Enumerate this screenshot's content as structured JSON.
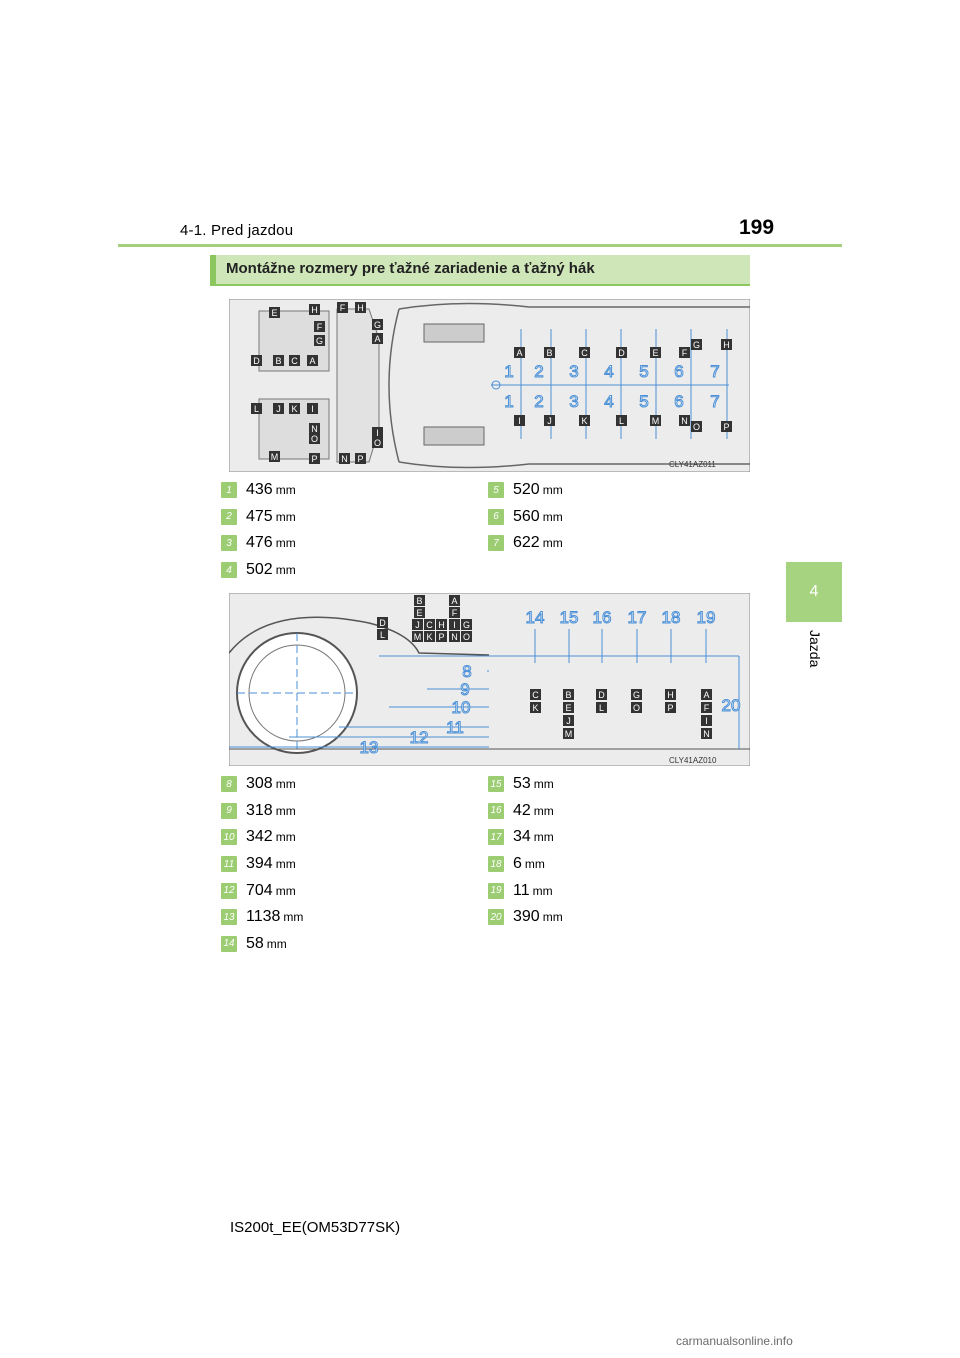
{
  "header": {
    "section": "4-1. Pred jazdou",
    "page_number": "199",
    "chapter_tab": "4",
    "chapter_label": "Jazda"
  },
  "box_title": "Montážne rozmery pre ťažné zariadenie a ťažný hák",
  "figure_top": {
    "code": "CLY41AZ011",
    "row_letters_top": [
      "A",
      "B",
      "C",
      "D",
      "E",
      "F",
      "G",
      "H"
    ],
    "row_letters_bottom": [
      "I",
      "J",
      "K",
      "L",
      "M",
      "N",
      "O",
      "P"
    ],
    "dimension_numbers": [
      "1",
      "2",
      "3",
      "4",
      "5",
      "6",
      "7"
    ],
    "left_view_letters": [
      "E",
      "H",
      "F",
      "G",
      "D",
      "B",
      "C",
      "A"
    ],
    "left_view_letters_bottom": [
      "L",
      "J",
      "K",
      "I",
      "N",
      "O",
      "M",
      "P"
    ],
    "mid_view_letters": [
      "F",
      "H",
      "G",
      "A",
      "I",
      "O",
      "N",
      "P"
    ]
  },
  "specs_top_left": [
    {
      "n": "1",
      "value": "436",
      "unit": "mm"
    },
    {
      "n": "2",
      "value": "475",
      "unit": "mm"
    },
    {
      "n": "3",
      "value": "476",
      "unit": "mm"
    },
    {
      "n": "4",
      "value": "502",
      "unit": "mm"
    }
  ],
  "specs_top_right": [
    {
      "n": "5",
      "value": "520",
      "unit": "mm"
    },
    {
      "n": "6",
      "value": "560",
      "unit": "mm"
    },
    {
      "n": "7",
      "value": "622",
      "unit": "mm"
    }
  ],
  "figure_bottom": {
    "code": "CLY41AZ010",
    "side_numbers": [
      "14",
      "15",
      "16",
      "17",
      "18",
      "19",
      "20"
    ],
    "horizontal_numbers": [
      "8",
      "9",
      "10",
      "11",
      "12",
      "13"
    ],
    "stack_letters": [
      "B",
      "A",
      "E",
      "F",
      "J",
      "C",
      "H",
      "I",
      "G",
      "M",
      "K",
      "P",
      "N",
      "O",
      "D",
      "L"
    ],
    "column_letters": [
      [
        "C",
        "K"
      ],
      [
        "B",
        "E",
        "J",
        "M"
      ],
      [
        "D",
        "L"
      ],
      [
        "G",
        "O"
      ],
      [
        "H",
        "P"
      ],
      [
        "A",
        "F",
        "I",
        "N"
      ]
    ]
  },
  "specs_bottom_left": [
    {
      "n": "8",
      "value": "308",
      "unit": "mm"
    },
    {
      "n": "9",
      "value": "318",
      "unit": "mm"
    },
    {
      "n": "10",
      "value": "342",
      "unit": "mm"
    },
    {
      "n": "11",
      "value": "394",
      "unit": "mm"
    },
    {
      "n": "12",
      "value": "704",
      "unit": "mm"
    },
    {
      "n": "13",
      "value": "1138",
      "unit": "mm"
    },
    {
      "n": "14",
      "value": "58",
      "unit": "mm"
    }
  ],
  "specs_bottom_right": [
    {
      "n": "15",
      "value": "53",
      "unit": "mm"
    },
    {
      "n": "16",
      "value": "42",
      "unit": "mm"
    },
    {
      "n": "17",
      "value": "34",
      "unit": "mm"
    },
    {
      "n": "18",
      "value": "6",
      "unit": "mm"
    },
    {
      "n": "19",
      "value": "11",
      "unit": "mm"
    },
    {
      "n": "20",
      "value": "390",
      "unit": "mm"
    }
  ],
  "footer": "IS200t_EE(OM53D77SK)",
  "watermark": "carmanualsonline.info",
  "colors": {
    "accent_green": "#a6d37f",
    "title_bg": "#cfe6b9",
    "diagram_blue": "#4a8fd6",
    "diagram_bg": "#ececec"
  }
}
